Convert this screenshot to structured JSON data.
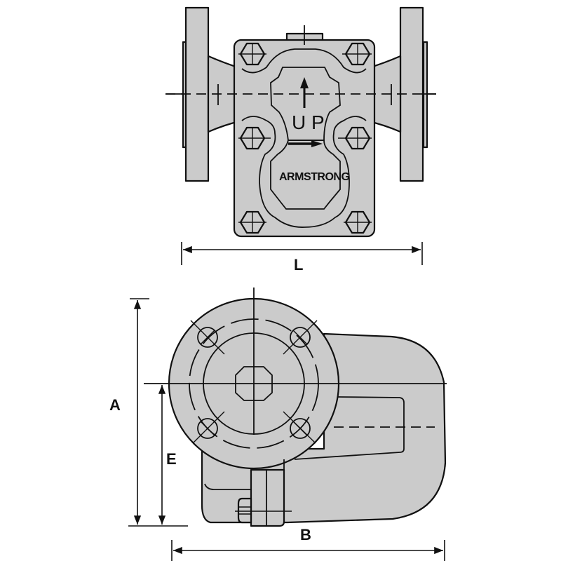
{
  "figure": {
    "title": "Armstrong steam trap dimensional drawing",
    "colors": {
      "body_fill": "#cbcbcb",
      "outline": "#111111",
      "background": "#ffffff"
    },
    "top_view": {
      "flow_marking": "U P",
      "brand_marking": "ARMSTRONG",
      "up_arrow": "up-arrow",
      "flow_arrow": "right-arrow"
    },
    "dimensions": {
      "L": "L",
      "A": "A",
      "E": "E",
      "B": "B"
    }
  }
}
